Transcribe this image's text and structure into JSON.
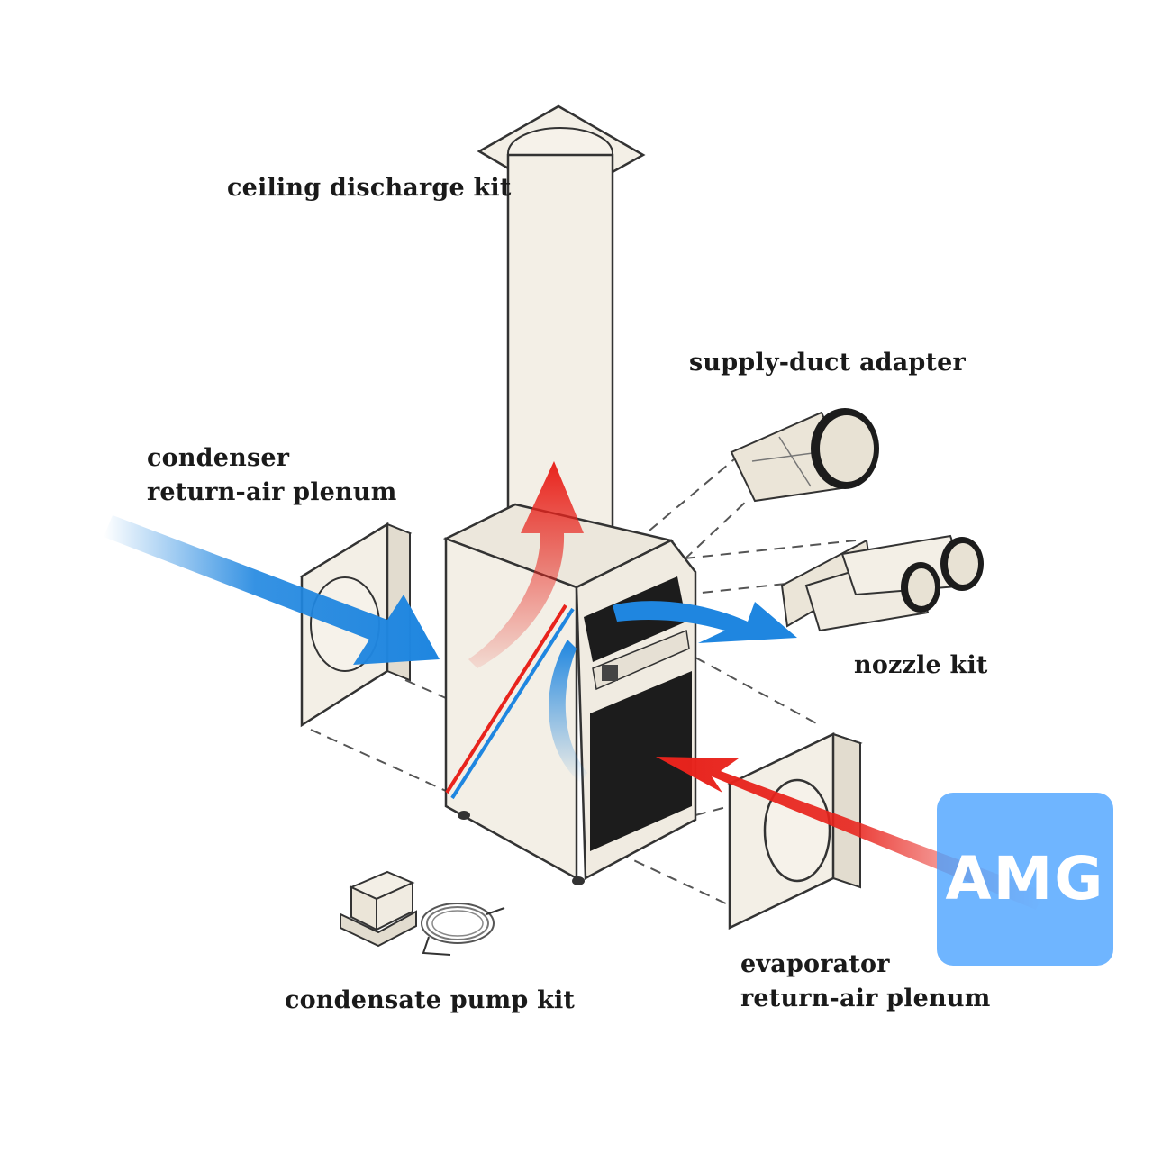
{
  "labels": {
    "ceiling_discharge": "ceiling discharge kit",
    "supply_duct": "supply-duct adapter",
    "condenser_line1": "condenser",
    "condenser_line2": "return-air plenum",
    "nozzle": "nozzle kit",
    "evaporator_line1": "evaporator",
    "evaporator_line2": "return-air plenum",
    "condensate": "condensate pump kit"
  },
  "watermark": {
    "text": "AMG"
  },
  "colors": {
    "cream": "#f3efe6",
    "outline": "#333333",
    "hot_air": "#e8231c",
    "cool_air": "#1f86e0",
    "panel_dark": "#1c1c1c",
    "watermark_blue": "#46a0ff"
  }
}
